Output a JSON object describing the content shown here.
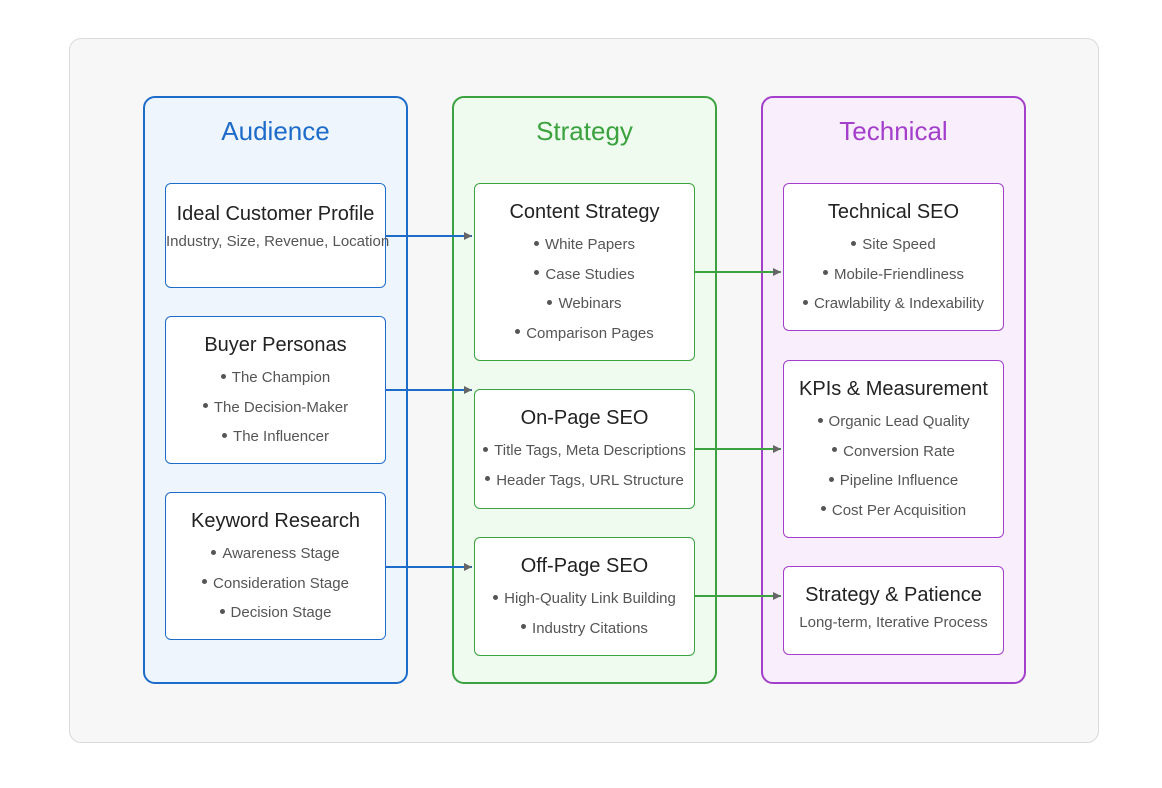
{
  "columns": [
    {
      "title": "Audience"
    },
    {
      "title": "Strategy"
    },
    {
      "title": "Technical"
    }
  ],
  "cards": {
    "ideal_customer_profile": {
      "title": "Ideal Customer Profile",
      "subtitle": "Industry, Size, Revenue, Location"
    },
    "buyer_personas": {
      "title": "Buyer Personas",
      "items": [
        "The Champion",
        "The Decision-Maker",
        "The Influencer"
      ]
    },
    "keyword_research": {
      "title": "Keyword Research",
      "items": [
        "Awareness Stage",
        "Consideration Stage",
        "Decision Stage"
      ]
    },
    "content_strategy": {
      "title": "Content Strategy",
      "items": [
        "White Papers",
        "Case Studies",
        "Webinars",
        "Comparison Pages"
      ]
    },
    "on_page_seo": {
      "title": "On-Page SEO",
      "items": [
        "Title Tags, Meta Descriptions",
        "Header Tags, URL Structure"
      ]
    },
    "off_page_seo": {
      "title": "Off-Page SEO",
      "items": [
        "High-Quality Link Building",
        "Industry Citations"
      ]
    },
    "technical_seo": {
      "title": "Technical SEO",
      "items": [
        "Site Speed",
        "Mobile-Friendliness",
        "Crawlability & Indexability"
      ]
    },
    "kpis": {
      "title": "KPIs & Measurement",
      "items": [
        "Organic Lead Quality",
        "Conversion Rate",
        "Pipeline Influence",
        "Cost Per Acquisition"
      ]
    },
    "strategy_patience": {
      "title": "Strategy & Patience",
      "subtitle": "Long-term, Iterative Process"
    }
  },
  "colors": {
    "audience": "#1d6cc9",
    "strategy": "#3ba23f",
    "technical": "#a43fcb",
    "arrowhead": "#666666"
  }
}
